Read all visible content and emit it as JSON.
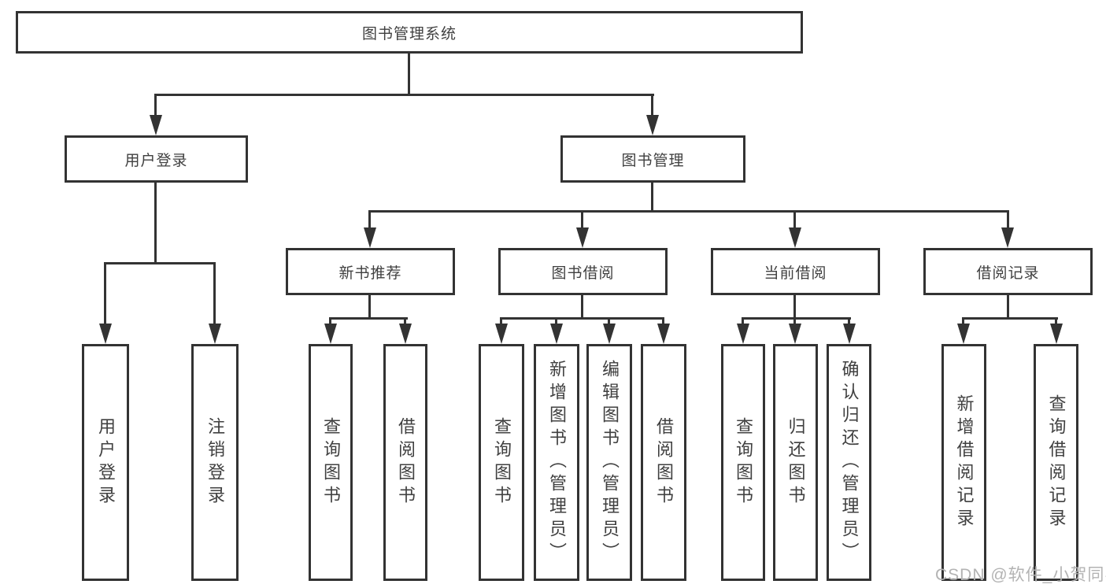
{
  "nodes": {
    "root": "图书管理系统",
    "branches": [
      "用户登录",
      "图书管理"
    ],
    "sections": [
      "新书推荐",
      "图书借阅",
      "当前借阅",
      "借阅记录"
    ],
    "leaves": [
      "用户登录",
      "注销登录",
      "查询图书",
      "借阅图书",
      "查询图书",
      "新增图书（管理员）",
      "编辑图书（管理员）",
      "借阅图书",
      "查询图书",
      "归还图书",
      "确认归还（管理员）",
      "新增借阅记录",
      "查询借阅记录"
    ]
  },
  "watermark": "CSDN @软件_小贺同学",
  "colors": {
    "line": "#333333",
    "text": "#404040",
    "watermark": "#b3b3b3",
    "background": "#ffffff"
  }
}
